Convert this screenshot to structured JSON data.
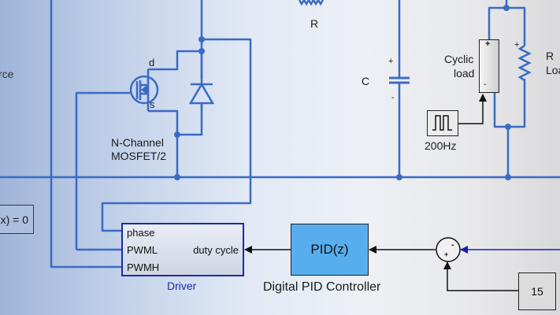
{
  "diagram": {
    "type": "Simulink buck converter model",
    "colors": {
      "wire_physical": "#3a6bc4",
      "wire_signal": "#111111",
      "wire_feedback": "#1a1fb0",
      "driver_border": "#1c2aa8",
      "driver_label": "#1c2aa8",
      "pid_fill": "#58adef",
      "constant_fill": "#dcdcdc"
    },
    "labels": {
      "source_partial": "rce",
      "resistor": "R",
      "capacitor": "C",
      "cyclic_load_line1": "Cyclic",
      "cyclic_load_line2": "load",
      "load_resistor_line1": "R",
      "load_resistor_line2": "Loa",
      "pulse_freq": "200Hz",
      "mosfet_line1": "N-Channel",
      "mosfet_line2": "MOSFET/2",
      "mosfet_drain": "d",
      "mosfet_source": "s",
      "plus": "+",
      "minus": "-"
    },
    "blocks": {
      "solver_partial": "x) = 0",
      "driver": {
        "name": "Driver",
        "ports_in": [
          "phase",
          "PWML",
          "PWMH"
        ],
        "port_out": "duty cycle"
      },
      "pid": {
        "text": "PID(z)",
        "name": "Digital PID Controller"
      },
      "sum": {
        "sign_top_right": "-",
        "sign_bottom": "+"
      },
      "constant": {
        "value": "15"
      }
    }
  }
}
